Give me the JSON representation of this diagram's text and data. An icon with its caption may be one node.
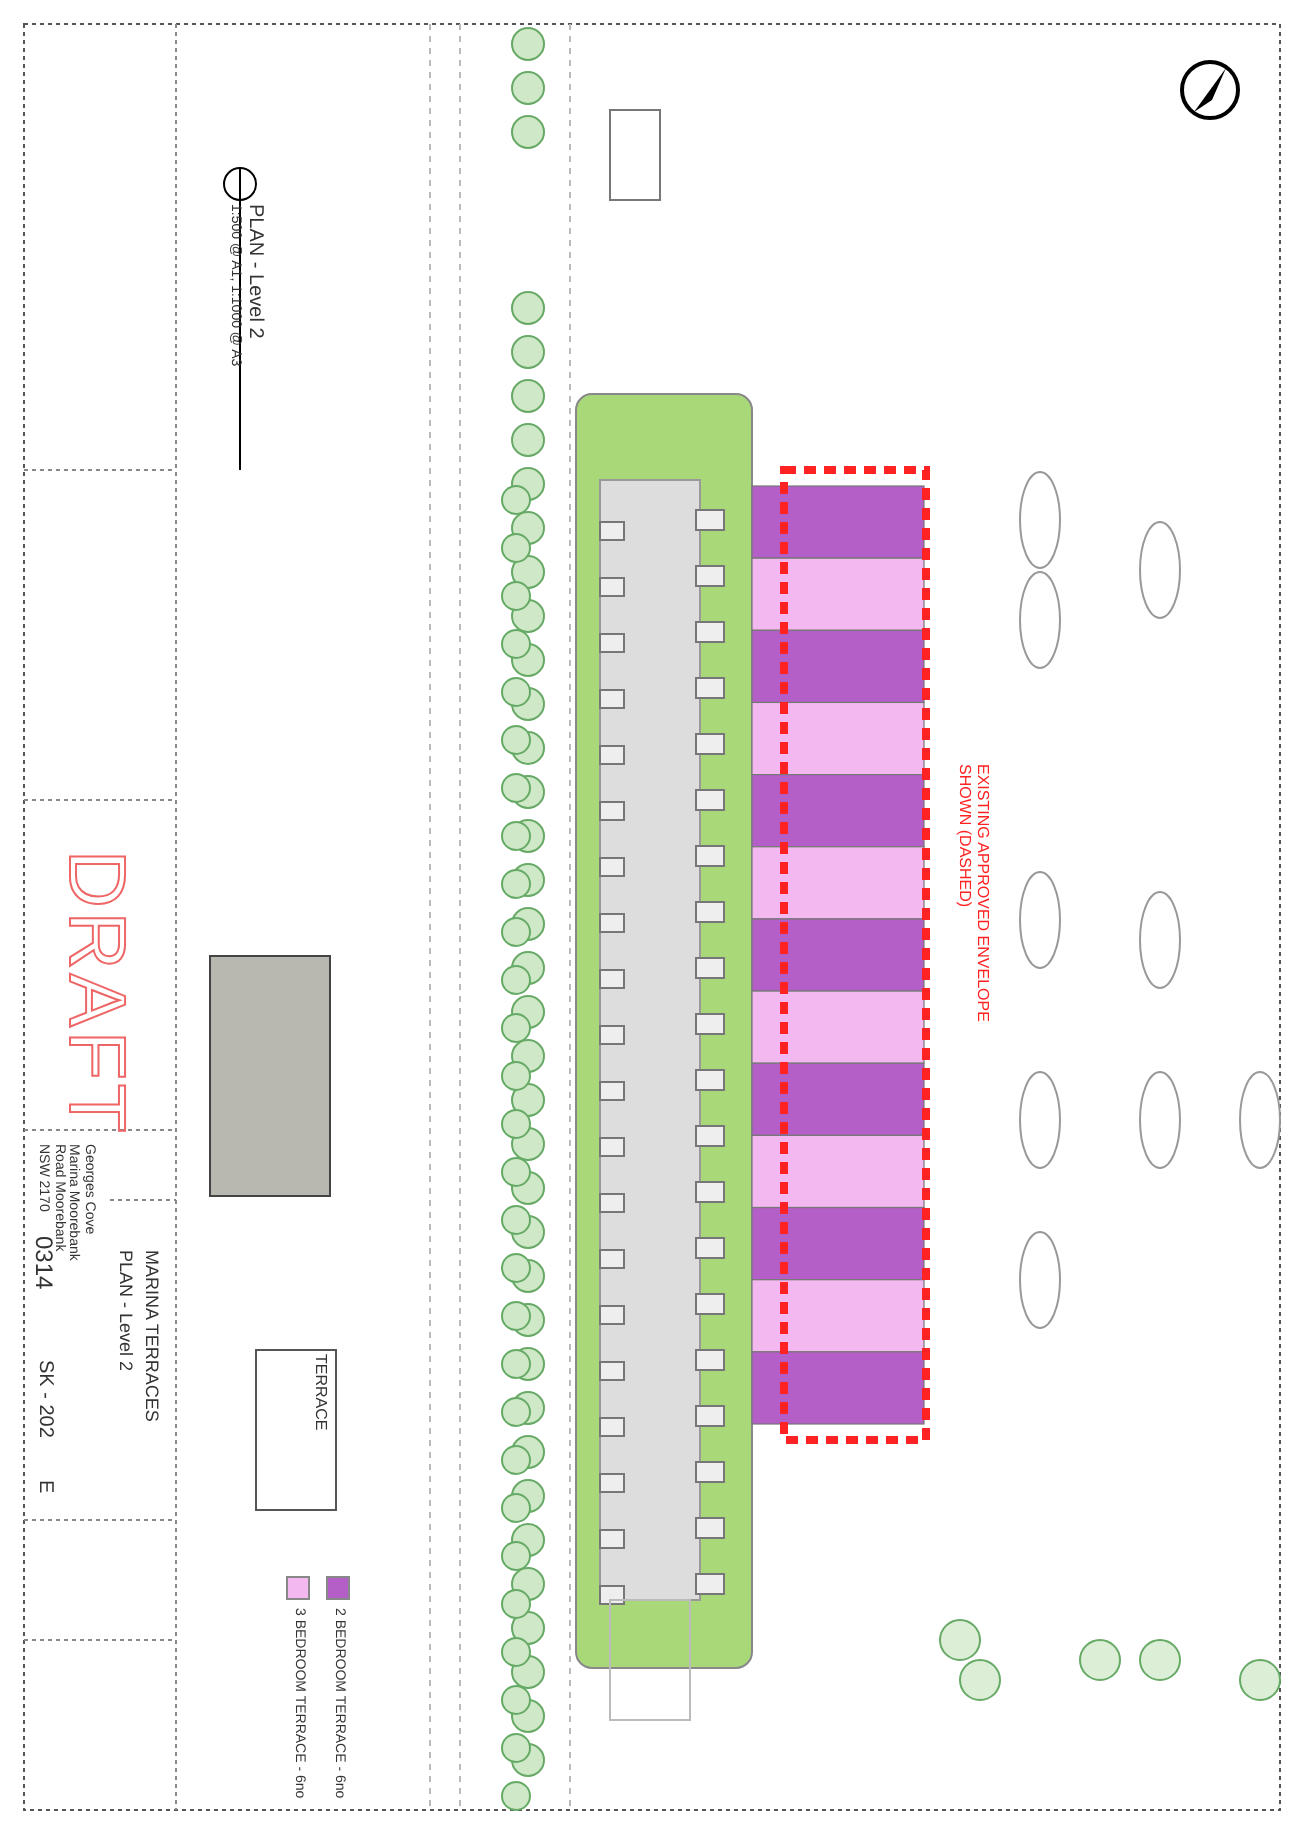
{
  "diagram": {
    "title": "PLAN - Level 2",
    "labels": [
      "1:500 @ A1, 1:1000 @ A3",
      "DRAFT",
      "EXISTING APPROVED ENVELOPE SHOWN (DASHED)",
      "TERRACE",
      "MARINA TERRACES",
      "PLAN - Level 2",
      "Georges Cove Marina Moorebank Road Moorebank NSW 2170",
      "0314",
      "SK - 202",
      "E"
    ],
    "legend": [
      {
        "text": "3 BEDROOM TERRACE - 6no",
        "color": "#f4b8f0"
      },
      {
        "text": "2 BEDROOM TERRACE - 6no",
        "color": "#b45ec8"
      }
    ]
  }
}
